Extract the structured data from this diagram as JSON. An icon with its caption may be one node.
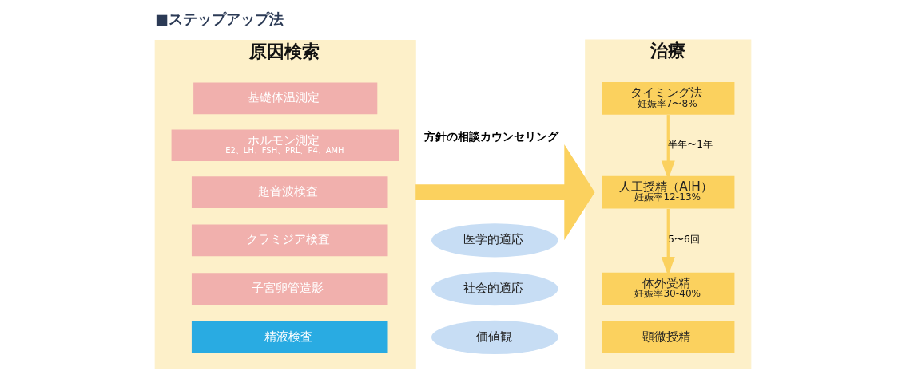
{
  "diagram": {
    "title": "■ステップアップ法",
    "nodes": [
      {
        "text": [
          "原因検索"
        ]
      },
      {
        "text": [
          "基礎体温測定"
        ],
        "in": 0
      },
      {
        "text": [
          "ホルモン測定",
          "E2、LH、FSH、PRL、P4、AMH"
        ],
        "in": 0
      },
      {
        "text": [
          "超音波検査"
        ],
        "in": 0
      },
      {
        "text": [
          "クラミジア検査"
        ],
        "in": 0
      },
      {
        "text": [
          "子宮卵管造影"
        ],
        "in": 0
      },
      {
        "text": [
          "精液検査"
        ],
        "in": 0
      },
      {
        "text": [
          "医学的適応"
        ]
      },
      {
        "text": [
          "社会的適応"
        ]
      },
      {
        "text": [
          "価値観"
        ]
      },
      {
        "text": [
          "治療"
        ]
      },
      {
        "text": [
          "タイミング法",
          "妊娠率7〜8%"
        ],
        "in": 10
      },
      {
        "text": [
          "人工授精（AIH）",
          "妊娠率12-13%"
        ],
        "in": 10
      },
      {
        "text": [
          "体外受精",
          "妊娠率30-40%"
        ],
        "in": 10
      },
      {
        "text": [
          "顕微授精"
        ],
        "in": 10
      }
    ],
    "edges": [
      {
        "from": 0,
        "to": 10,
        "arrow": "to",
        "label": "方針の相談カウンセリング",
        "style": "thick"
      },
      {
        "from": 11,
        "to": 12,
        "arrow": "to",
        "label": "半年〜1年"
      },
      {
        "from": 12,
        "to": 13,
        "arrow": "to",
        "label": "5〜6回"
      }
    ]
  }
}
